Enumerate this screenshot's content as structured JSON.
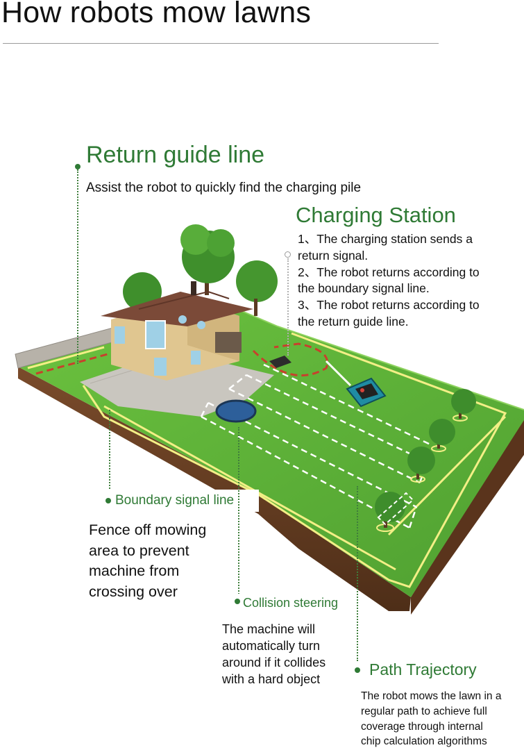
{
  "page": {
    "title": "How robots mow lawns"
  },
  "return_guide": {
    "heading": "Return guide line",
    "text": "Assist the robot to quickly find the charging pile"
  },
  "charging_station": {
    "heading": "Charging Station",
    "steps": [
      "1、The charging station sends a",
      "return signal.",
      "2、The robot returns according to",
      "the boundary signal line.",
      "3、The robot returns according to",
      "the return guide line."
    ]
  },
  "boundary": {
    "heading": "Boundary signal line",
    "lines": [
      "Fence off mowing",
      "area to prevent",
      "machine from",
      "crossing over"
    ]
  },
  "collision": {
    "heading": "Collision steering",
    "lines": [
      "The machine will",
      "automatically turn",
      "around if it collides",
      "with a hard object"
    ]
  },
  "path": {
    "heading": "Path Trajectory",
    "lines": [
      "The robot mows the lawn in a",
      "regular path to achieve full",
      "coverage through internal",
      "chip calculation algorithms"
    ]
  },
  "colors": {
    "accent_green": "#2f7a35",
    "lawn": "#5fb33a",
    "boundary_wire": "#f3ef86",
    "return_wire": "#c8402c",
    "path": "#ffffff"
  }
}
